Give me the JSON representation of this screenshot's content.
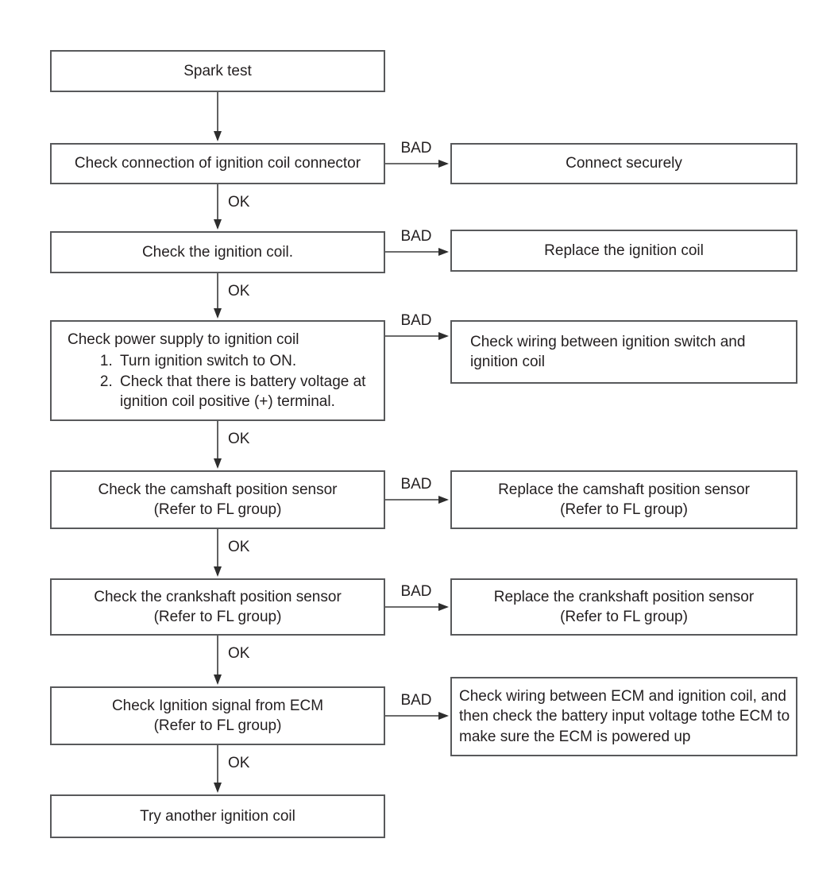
{
  "diagram": {
    "type": "flowchart",
    "labels": {
      "ok": "OK",
      "bad": "BAD"
    },
    "steps": [
      {
        "text": "Spark test"
      },
      {
        "text": "Check connection of ignition coil connector"
      },
      {
        "text": "Check the ignition coil."
      },
      {
        "text": "Check power supply to ignition coil",
        "list": [
          "Turn ignition switch to ON.",
          "Check that there is battery voltage at ignition coil positive (+) terminal."
        ]
      },
      {
        "text": "Check the camshaft position sensor",
        "sub": "(Refer to FL group)"
      },
      {
        "text": "Check the crankshaft position sensor",
        "sub": "(Refer to FL group)"
      },
      {
        "text": "Check Ignition signal from ECM",
        "sub": "(Refer to FL group)"
      },
      {
        "text": "Try another ignition coil"
      }
    ],
    "remedies": [
      {
        "text": "Connect securely"
      },
      {
        "text": "Replace the ignition coil"
      },
      {
        "text": "Check wiring between ignition switch and ignition coil"
      },
      {
        "text": "Replace the camshaft position sensor",
        "sub": "(Refer to FL group)"
      },
      {
        "text": "Replace the crankshaft position sensor",
        "sub": "(Refer to FL group)"
      },
      {
        "text": "Check wiring between ECM and ignition coil, and then check the battery input voltage tothe ECM to make sure the ECM is powered up"
      }
    ],
    "colors": {
      "background": "#ffffff",
      "box_border": "#58595b",
      "text": "#231f20",
      "arrow": "#3a3a3a"
    }
  }
}
